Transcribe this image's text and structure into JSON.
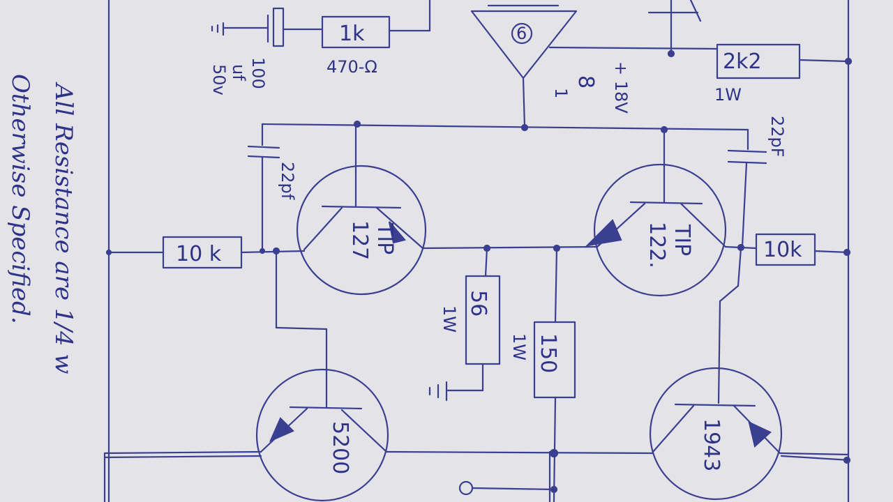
{
  "labels": {
    "r_1k": "1k",
    "r_470": "470-Ω",
    "cap_100uf_a": "100",
    "cap_100uf_b": "uf",
    "cap_100uf_c": "50v",
    "ic_pin6": "6",
    "ic_pin1": "1",
    "ic_pin8": "8",
    "ic_supply": "+ 18V",
    "r_2k2": "2k2",
    "r_2k2_power": "1W",
    "cap_22pf_left": "22pf",
    "cap_22pf_right": "22pF",
    "r_10k_left": "10 k",
    "r_10k_right": "10k",
    "tip127_a": "TIP",
    "tip127_b": "127",
    "tip122_a": "TIP",
    "tip122_b": "122.",
    "r_56": "56",
    "r_56_power": "1W",
    "r_150": "150",
    "r_150_power": "1W",
    "q_5200": "5200",
    "q_1943": "1943",
    "note_line1": "All Resistance are 1/4 w",
    "note_line2": "Otherwise Specified."
  }
}
